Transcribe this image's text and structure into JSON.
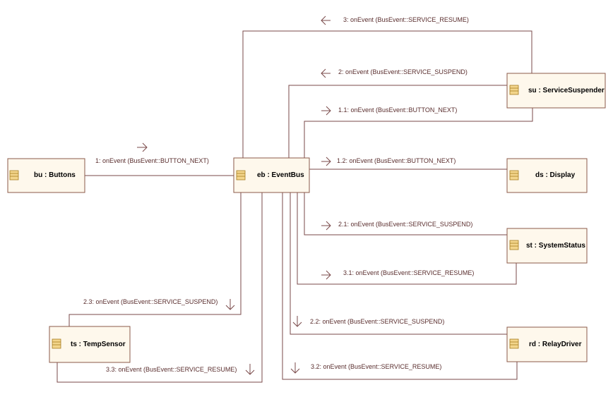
{
  "nodes": {
    "bu": {
      "label": "bu : Buttons"
    },
    "eb": {
      "label": "eb : EventBus"
    },
    "su": {
      "label": "su : ServiceSuspender"
    },
    "ds": {
      "label": "ds : Display"
    },
    "st": {
      "label": "st : SystemStatus"
    },
    "ts": {
      "label": "ts : TempSensor"
    },
    "rd": {
      "label": "rd : RelayDriver"
    }
  },
  "messages": [
    {
      "id": "m3",
      "text": "3: onEvent (BusEvent::SERVICE_RESUME)",
      "direction": "left"
    },
    {
      "id": "m2",
      "text": "2: onEvent (BusEvent::SERVICE_SUSPEND)",
      "direction": "left"
    },
    {
      "id": "m11",
      "text": "1.1: onEvent (BusEvent::BUTTON_NEXT)",
      "direction": "right"
    },
    {
      "id": "m1",
      "text": "1: onEvent (BusEvent::BUTTON_NEXT)",
      "direction": "right"
    },
    {
      "id": "m12",
      "text": "1.2: onEvent (BusEvent::BUTTON_NEXT)",
      "direction": "right"
    },
    {
      "id": "m21",
      "text": "2.1: onEvent (BusEvent::SERVICE_SUSPEND)",
      "direction": "right"
    },
    {
      "id": "m31",
      "text": "3.1: onEvent (BusEvent::SERVICE_RESUME)",
      "direction": "right"
    },
    {
      "id": "m23",
      "text": "2.3: onEvent (BusEvent::SERVICE_SUSPEND)",
      "direction": "down"
    },
    {
      "id": "m22",
      "text": "2.2: onEvent (BusEvent::SERVICE_SUSPEND)",
      "direction": "down"
    },
    {
      "id": "m33",
      "text": "3.3: onEvent (BusEvent::SERVICE_RESUME)",
      "direction": "down"
    },
    {
      "id": "m32",
      "text": "3.2: onEvent (BusEvent::SERVICE_RESUME)",
      "direction": "down"
    }
  ],
  "colors": {
    "node_fill": "#fef8ec",
    "node_border": "#8b5a4a",
    "link": "#7a4a4a",
    "icon": "#f3d58c"
  }
}
